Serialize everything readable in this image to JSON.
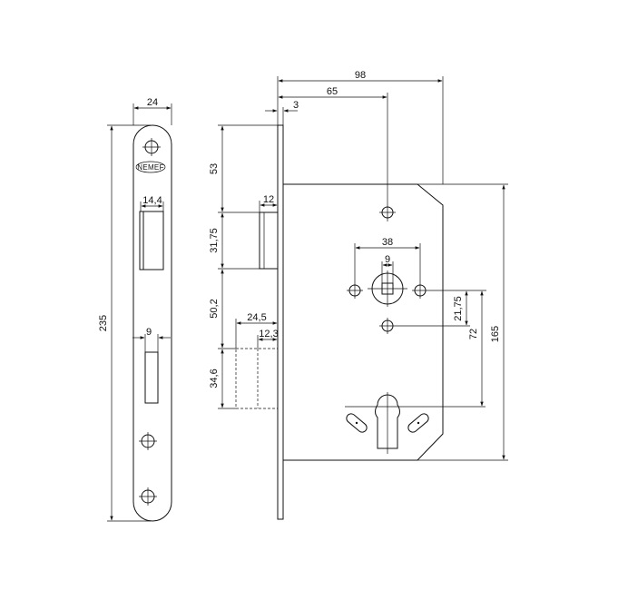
{
  "brand": "NEMEF",
  "dimensions": {
    "faceplate_width": "24",
    "faceplate_height": "235",
    "latch_slot_width": "14,4",
    "bolt_slot_width": "9",
    "overall_width": "98",
    "backset": "65",
    "faceplate_thickness": "3",
    "latch_projection": "12",
    "top_offset": "53",
    "latch_height": "31,75",
    "latch_to_bolt": "50,2",
    "bolt_height": "34,6",
    "bolt_depth": "24,5",
    "bolt_projection": "12,3",
    "spindle_hole_spacing": "38",
    "spindle_square": "9",
    "spindle_to_hole": "21,75",
    "center_distance": "72",
    "case_height": "165"
  }
}
